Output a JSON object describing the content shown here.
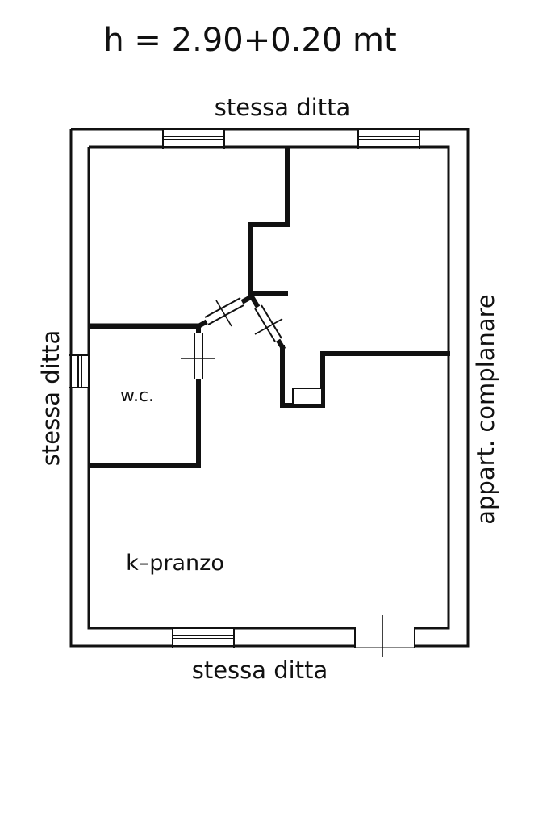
{
  "header": {
    "height_label": "h = 2.90+0.20 mt"
  },
  "labels": {
    "top_neighbor": "stessa ditta",
    "left_neighbor": "stessa ditta",
    "bottom_neighbor": "stessa ditta",
    "right_neighbor": "appart. complanare"
  },
  "rooms": {
    "wc": "w.c.",
    "kitchen_dining": "k–pranzo"
  },
  "colors": {
    "ink": "#111111",
    "background": "#ffffff"
  }
}
